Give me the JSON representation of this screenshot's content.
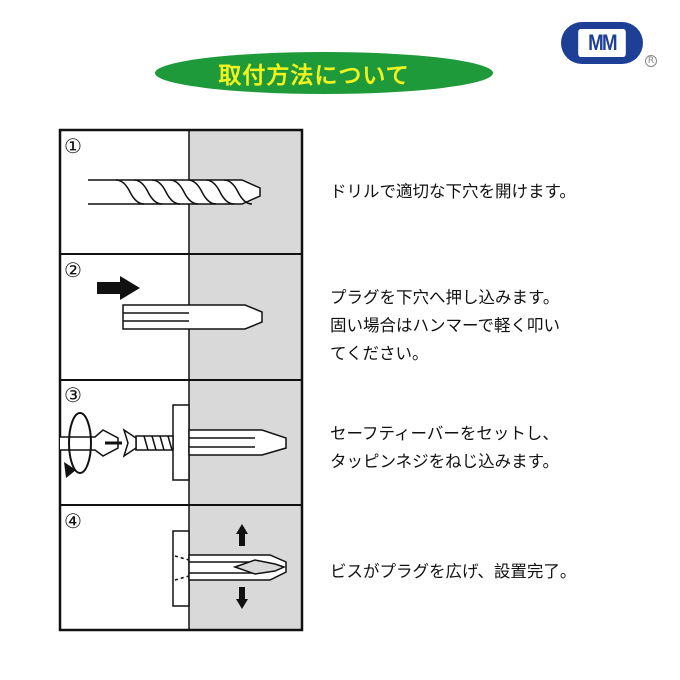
{
  "title": "取付方法について",
  "logo": {
    "text": "MM",
    "registered": "R"
  },
  "colors": {
    "title_bg": "#1f9a3b",
    "title_text": "#f2f21e",
    "logo": "#1e3f96",
    "wall": "#d9d9d9"
  },
  "steps": [
    {
      "number": "①",
      "lines": [
        "ドリルで適切な下穴を開けます。"
      ]
    },
    {
      "number": "②",
      "lines": [
        "プラグを下穴へ押し込みます。",
        "固い場合はハンマーで軽く叩い",
        "てください。"
      ]
    },
    {
      "number": "③",
      "lines": [
        "セーフティーバーをセットし、",
        "タッピンネジをねじ込みます。"
      ]
    },
    {
      "number": "④",
      "lines": [
        "ビスがプラグを広げ、設置完了。"
      ]
    }
  ]
}
